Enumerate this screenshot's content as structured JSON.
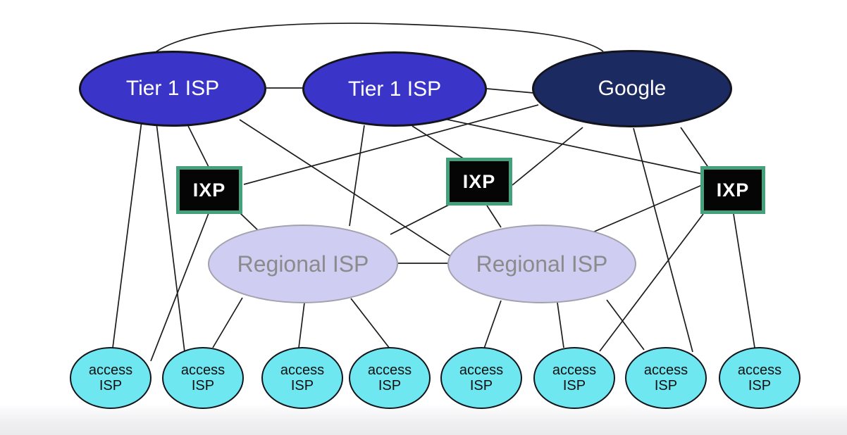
{
  "diagram": {
    "description_labels": {
      "tier1": "Tier 1 ISP",
      "content_provider": "Google",
      "exchange_point": "IXP",
      "regional": "Regional ISP",
      "access": "access ISP"
    }
  },
  "colors": {
    "tier1_fill": "#3a35c8",
    "google_fill": "#1b2a60",
    "ixp_fill": "#050505",
    "ixp_border": "#44a17c",
    "regional_fill": "#cfcdf2",
    "regional_border": "#a2a2ae",
    "regional_text": "#8b8b8b",
    "access_fill": "#6fe7f1",
    "edge_stroke": "#1c1c1c",
    "background": "#ffffff"
  },
  "nodes": {
    "tier1_a": {
      "label": "Tier 1 ISP"
    },
    "tier1_b": {
      "label": "Tier 1 ISP"
    },
    "google": {
      "label": "Google"
    },
    "ixp1": {
      "label": "IXP"
    },
    "ixp2": {
      "label": "IXP"
    },
    "ixp3": {
      "label": "IXP"
    },
    "regional1": {
      "label": "Regional ISP"
    },
    "regional2": {
      "label": "Regional ISP"
    },
    "access1": {
      "label": "access ISP"
    },
    "access2": {
      "label": "access ISP"
    },
    "access3": {
      "label": "access ISP"
    },
    "access4": {
      "label": "access ISP"
    },
    "access5": {
      "label": "access ISP"
    },
    "access6": {
      "label": "access ISP"
    },
    "access7": {
      "label": "access ISP"
    },
    "access8": {
      "label": "access ISP"
    }
  },
  "edges": [
    {
      "from": "tier1_a",
      "to": "google",
      "kind": "arc"
    },
    {
      "from": "tier1_a",
      "to": "tier1_b",
      "kind": "line"
    },
    {
      "from": "tier1_b",
      "to": "google",
      "kind": "line"
    },
    {
      "from": "tier1_a",
      "to": "ixp1",
      "kind": "line"
    },
    {
      "from": "tier1_a",
      "to": "regional2",
      "kind": "line"
    },
    {
      "from": "tier1_a",
      "to": "access1",
      "kind": "line"
    },
    {
      "from": "tier1_a",
      "to": "access2",
      "kind": "line"
    },
    {
      "from": "tier1_b",
      "to": "ixp2",
      "kind": "line"
    },
    {
      "from": "tier1_b",
      "to": "ixp3",
      "kind": "line"
    },
    {
      "from": "tier1_b",
      "to": "regional1",
      "kind": "line"
    },
    {
      "from": "google",
      "to": "ixp1",
      "kind": "line"
    },
    {
      "from": "google",
      "to": "ixp2",
      "kind": "line"
    },
    {
      "from": "google",
      "to": "ixp3",
      "kind": "line"
    },
    {
      "from": "google",
      "to": "access7",
      "kind": "line"
    },
    {
      "from": "ixp1",
      "to": "regional1",
      "kind": "line"
    },
    {
      "from": "ixp1",
      "to": "access1",
      "kind": "line"
    },
    {
      "from": "ixp2",
      "to": "regional1",
      "kind": "line"
    },
    {
      "from": "ixp2",
      "to": "regional2",
      "kind": "line"
    },
    {
      "from": "ixp3",
      "to": "regional2",
      "kind": "line"
    },
    {
      "from": "ixp3",
      "to": "access6",
      "kind": "line"
    },
    {
      "from": "ixp3",
      "to": "access8",
      "kind": "line"
    },
    {
      "from": "regional1",
      "to": "regional2",
      "kind": "line"
    },
    {
      "from": "regional1",
      "to": "access2",
      "kind": "line"
    },
    {
      "from": "regional1",
      "to": "access3",
      "kind": "line"
    },
    {
      "from": "regional1",
      "to": "access4",
      "kind": "line"
    },
    {
      "from": "regional2",
      "to": "access5",
      "kind": "line"
    },
    {
      "from": "regional2",
      "to": "access6",
      "kind": "line"
    },
    {
      "from": "regional2",
      "to": "access7",
      "kind": "line"
    }
  ]
}
